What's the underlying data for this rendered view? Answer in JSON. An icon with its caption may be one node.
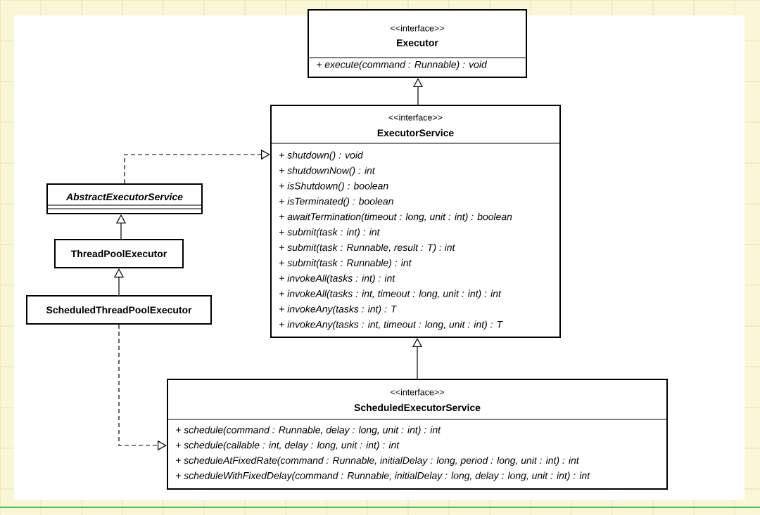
{
  "diagram": {
    "nodes": [
      {
        "text": [
          "<<interface>>",
          "Executor",
          "+ execute(command : Runnable) : void"
        ]
      },
      {
        "text": [
          "<<interface>>",
          "ExecutorService",
          "+ shutdown() : void",
          "+ shutdownNow() : int",
          "+ isShutdown() : boolean",
          "+ isTerminated() : boolean",
          "+ awaitTermination(timeout : long, unit : int) : boolean",
          "+ submit(task : int) : int",
          "+ submit(task : Runnable, result : T) : int",
          "+ submit(task : Runnable) : int",
          "+ invokeAll(tasks : int) : int",
          "+ invokeAll(tasks : int, timeout : long, unit : int) : int",
          "+ invokeAny(tasks : int) : T",
          "+ invokeAny(tasks : int, timeout : long, unit : int) : T"
        ]
      },
      {
        "text": [
          "AbstractExecutorService"
        ]
      },
      {
        "text": [
          "ThreadPoolExecutor"
        ]
      },
      {
        "text": [
          "ScheduledThreadPoolExecutor"
        ]
      },
      {
        "text": [
          "<<interface>>",
          "ScheduledExecutorService",
          "+ schedule(command : Runnable, delay : long, unit : int) : int",
          "+ schedule(callable : int, delay : long, unit : int) : int",
          "+ scheduleAtFixedRate(command : Runnable, initialDelay : long, period : long, unit : int) : int",
          "+ scheduleWithFixedDelay(command : Runnable, initialDelay : long, delay : long, unit : int) : int"
        ]
      }
    ],
    "edges": [
      {
        "from": 1,
        "to": 0,
        "arrow": "to"
      },
      {
        "from": 2,
        "to": 1,
        "arrow": "to",
        "style": "dashed"
      },
      {
        "from": 3,
        "to": 2,
        "arrow": "to"
      },
      {
        "from": 4,
        "to": 3,
        "arrow": "to"
      },
      {
        "from": 4,
        "to": 5,
        "arrow": "to",
        "style": "dashed"
      },
      {
        "from": 5,
        "to": 1,
        "arrow": "to"
      }
    ]
  }
}
